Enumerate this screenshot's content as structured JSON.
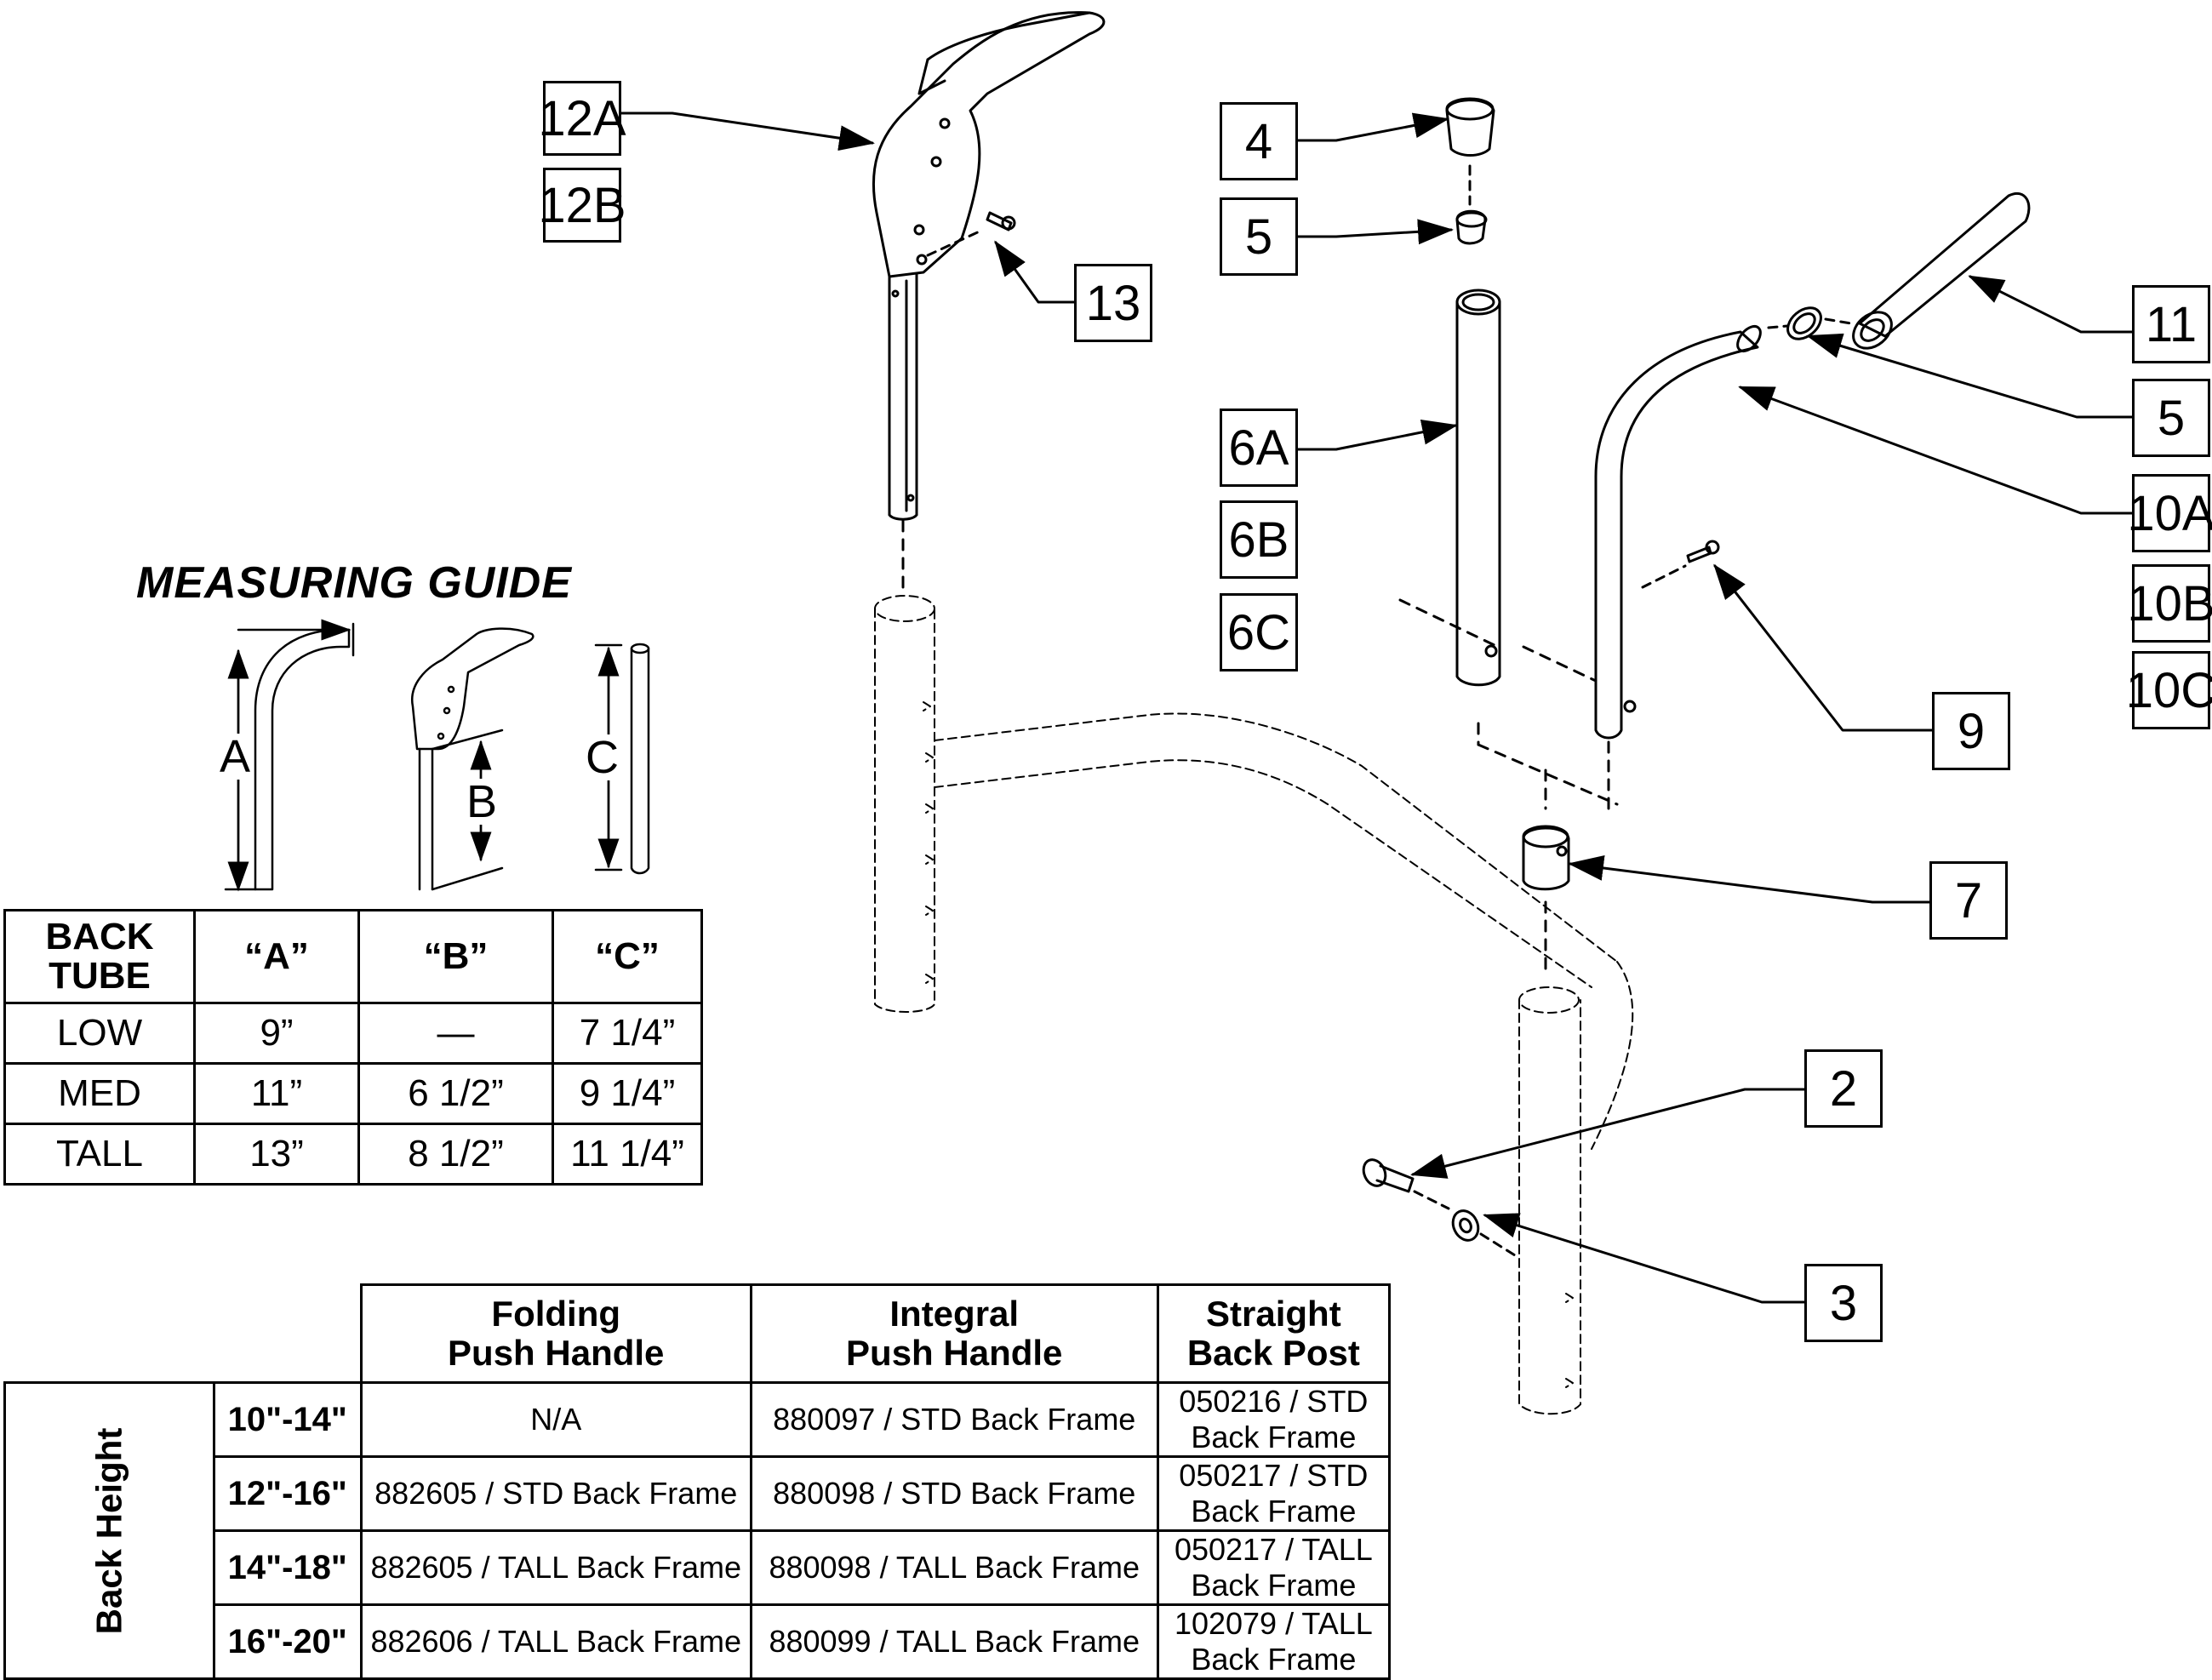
{
  "callouts": [
    {
      "id": "12A",
      "label": "12A"
    },
    {
      "id": "12B",
      "label": "12B"
    },
    {
      "id": "13",
      "label": "13"
    },
    {
      "id": "4",
      "label": "4"
    },
    {
      "id": "5a",
      "label": "5"
    },
    {
      "id": "6A",
      "label": "6A"
    },
    {
      "id": "6B",
      "label": "6B"
    },
    {
      "id": "6C",
      "label": "6C"
    },
    {
      "id": "11",
      "label": "11"
    },
    {
      "id": "5b",
      "label": "5"
    },
    {
      "id": "10A",
      "label": "10A"
    },
    {
      "id": "10B",
      "label": "10B"
    },
    {
      "id": "10C",
      "label": "10C"
    },
    {
      "id": "9",
      "label": "9"
    },
    {
      "id": "7",
      "label": "7"
    },
    {
      "id": "2",
      "label": "2"
    },
    {
      "id": "3",
      "label": "3"
    }
  ],
  "measuring_guide": {
    "title": "MEASURING GUIDE",
    "dim_a": "A",
    "dim_b": "B",
    "dim_c": "C",
    "table": {
      "header": [
        "BACK TUBE",
        "“A”",
        "“B”",
        "“C”"
      ],
      "rows": [
        [
          "LOW",
          "9”",
          "—",
          "7 1/4”"
        ],
        [
          "MED",
          "11”",
          "6 1/2”",
          "9 1/4”"
        ],
        [
          "TALL",
          "13”",
          "8 1/2”",
          "11 1/4”"
        ]
      ]
    }
  },
  "parts_table": {
    "row_group_label": "Back Height",
    "columns": [
      "Folding Push Handle",
      "Integral Push Handle",
      "Straight Back Post"
    ],
    "column_lines": [
      [
        "Folding",
        "Push Handle"
      ],
      [
        "Integral",
        "Push Handle"
      ],
      [
        "Straight",
        "Back Post"
      ]
    ],
    "rows": [
      {
        "range": "10\"-14\"",
        "cells": [
          "N/A",
          "880097 / STD Back Frame",
          "050216 / STD Back Frame"
        ]
      },
      {
        "range": "12\"-16\"",
        "cells": [
          "882605 / STD Back Frame",
          "880098 / STD Back Frame",
          "050217 / STD Back Frame"
        ]
      },
      {
        "range": "14\"-18\"",
        "cells": [
          "882605 / TALL Back Frame",
          "880098 / TALL Back Frame",
          "050217 / TALL Back Frame"
        ]
      },
      {
        "range": "16\"-20\"",
        "cells": [
          "882606 / TALL Back Frame",
          "880099 / TALL Back Frame",
          "102079 / TALL Back Frame"
        ]
      }
    ]
  }
}
